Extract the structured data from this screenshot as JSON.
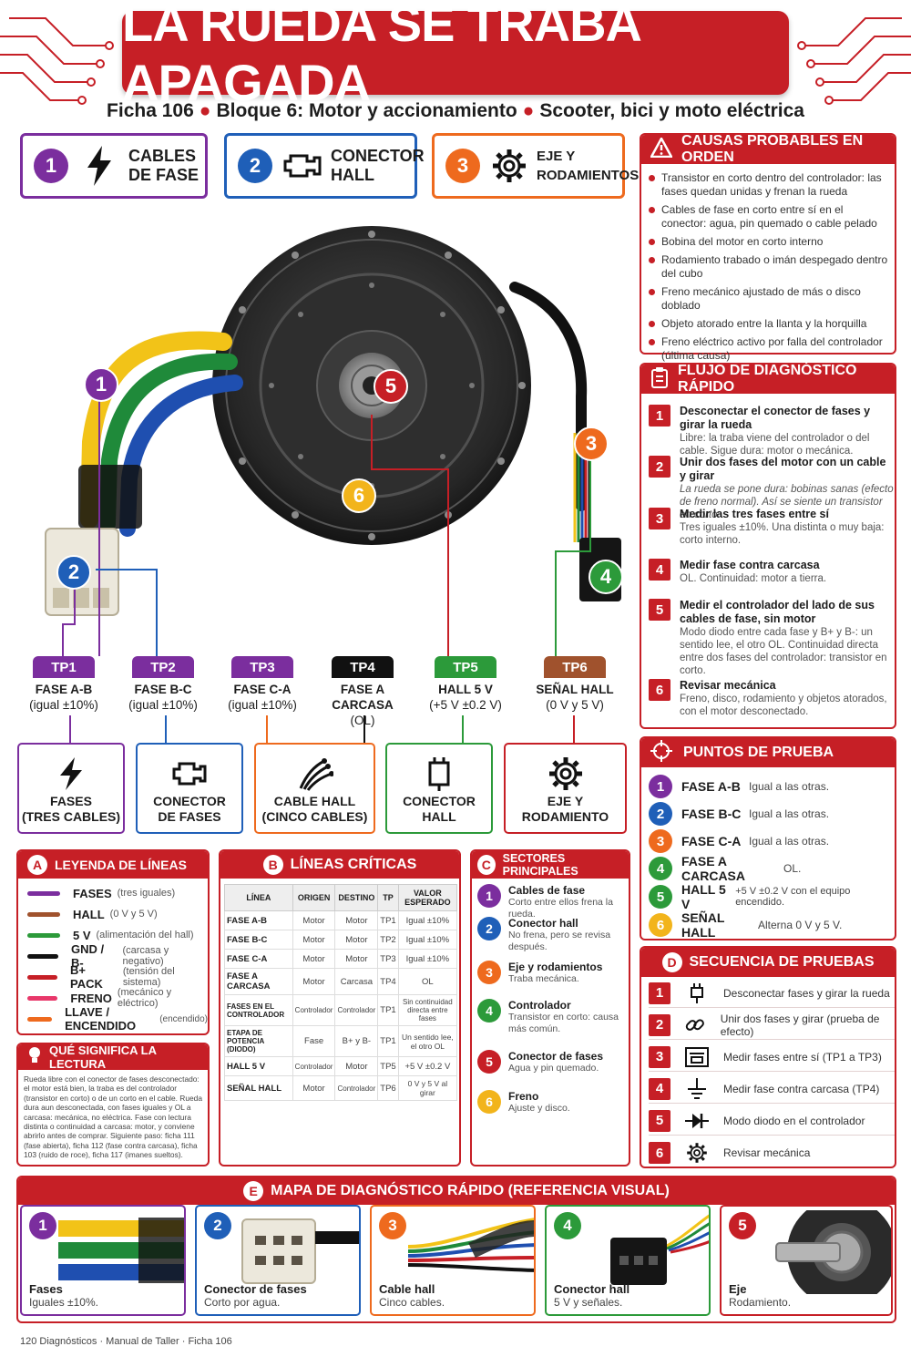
{
  "header": {
    "title": "LA RUEDA SE TRABA APAGADA",
    "sub1": "Ficha 106",
    "sub2": "Bloque 6: Motor y accionamiento",
    "sub3": "Scooter, bici y moto eléctrica"
  },
  "colors": {
    "red": "#c61f26",
    "purple": "#7b2e9e",
    "blue": "#1f5fb8",
    "orange": "#ee6a1e",
    "green": "#2c9a3a",
    "yellow": "#f2b41b",
    "black": "#111111",
    "brown": "#a0522d",
    "pink": "#e8386a"
  },
  "top_boxes": [
    {
      "num": "1",
      "line1": "CABLES",
      "line2": "DE FASE",
      "icon": "lightning-icon"
    },
    {
      "num": "2",
      "line1": "CONECTOR",
      "line2": "HALL",
      "icon": "connector-icon"
    },
    {
      "num": "3",
      "line1": "EJE Y",
      "line2": "RODAMIENTOS",
      "icon": "gear-icon"
    }
  ],
  "diagram_markers": [
    "1",
    "2",
    "3",
    "4",
    "5",
    "6"
  ],
  "causes": {
    "title": "CAUSAS PROBABLES EN ORDEN",
    "items": [
      "Transistor en corto dentro del controlador: las fases quedan unidas y frenan la rueda",
      "Cables de fase en corto entre sí en el conector: agua, pin quemado o cable pelado",
      "Bobina del motor en corto interno",
      "Rodamiento trabado o imán despegado dentro del cubo",
      "Freno mecánico ajustado de más o disco doblado",
      "Objeto atorado entre la llanta y la horquilla",
      "Freno eléctrico activo por falla del controlador (última causa)"
    ]
  },
  "flow": {
    "title": "FLUJO DE DIAGNÓSTICO RÁPIDO",
    "steps": [
      {
        "n": "1",
        "t": "Desconectar el conector de fases y girar la rueda",
        "d": "Libre: la traba viene del controlador o del cable. Sigue dura: motor o mecánica."
      },
      {
        "n": "2",
        "t": "Unir dos fases del motor con un cable y girar",
        "d": "La rueda se pone dura: bobinas sanas (efecto de freno normal). Así se siente un transistor en corto."
      },
      {
        "n": "3",
        "t": "Medir las tres fases entre sí",
        "d": "Tres iguales ±10%. Una distinta o muy baja: corto interno."
      },
      {
        "n": "4",
        "t": "Medir fase contra carcasa",
        "d": "OL. Continuidad: motor a tierra."
      },
      {
        "n": "5",
        "t": "Medir el controlador del lado de sus cables de fase, sin motor",
        "d": "Modo diodo entre cada fase y B+ y B-: un sentido lee, el otro OL. Continuidad directa entre dos fases del controlador: transistor en corto."
      },
      {
        "n": "6",
        "t": "Revisar mecánica",
        "d": "Freno, disco, rodamiento y objetos atorados, con el motor desconectado."
      }
    ]
  },
  "tps": [
    {
      "id": "TP1",
      "l1": "FASE A-B",
      "l2": "(igual ±10%)"
    },
    {
      "id": "TP2",
      "l1": "FASE B-C",
      "l2": "(igual ±10%)"
    },
    {
      "id": "TP3",
      "l1": "FASE C-A",
      "l2": "(igual ±10%)"
    },
    {
      "id": "TP4",
      "l1": "FASE A CARCASA",
      "l2": "(OL)"
    },
    {
      "id": "TP5",
      "l1": "HALL 5 V",
      "l2": "(+5 V ±0.2 V)"
    },
    {
      "id": "TP6",
      "l1": "SEÑAL HALL",
      "l2": "(0 V y 5 V)"
    }
  ],
  "mid_boxes": [
    {
      "l1": "FASES",
      "l2": "(TRES CABLES)",
      "icon": "lightning-icon"
    },
    {
      "l1": "CONECTOR",
      "l2": "DE FASES",
      "icon": "connector-icon"
    },
    {
      "l1": "CABLE HALL",
      "l2": "(CINCO CABLES)",
      "icon": "wires-icon"
    },
    {
      "l1": "CONECTOR",
      "l2": "HALL",
      "icon": "plug-icon"
    },
    {
      "l1": "EJE Y",
      "l2": "RODAMIENTO",
      "icon": "gear-icon"
    }
  ],
  "points": {
    "title": "PUNTOS DE PRUEBA",
    "rows": [
      {
        "n": "1",
        "name": "FASE A-B",
        "val": "Igual a las otras."
      },
      {
        "n": "2",
        "name": "FASE B-C",
        "val": "Igual a las otras."
      },
      {
        "n": "3",
        "name": "FASE C-A",
        "val": "Igual a las otras."
      },
      {
        "n": "4",
        "name": "FASE A CARCASA",
        "val": "OL."
      },
      {
        "n": "5",
        "name": "HALL 5 V",
        "val": "+5 V ±0.2 V con el equipo encendido."
      },
      {
        "n": "6",
        "name": "SEÑAL HALL",
        "val": "Alterna 0 V y 5 V."
      }
    ]
  },
  "sequence": {
    "letter": "D",
    "title": "SECUENCIA DE PRUEBAS",
    "rows": [
      {
        "n": "1",
        "t": "Desconectar fases y girar la rueda",
        "icon": "plug-icon"
      },
      {
        "n": "2",
        "t": "Unir dos fases y girar (prueba de efecto)",
        "icon": "link-icon"
      },
      {
        "n": "3",
        "t": "Medir fases entre sí (TP1 a TP3)",
        "icon": "meter-icon"
      },
      {
        "n": "4",
        "t": "Medir fase contra carcasa (TP4)",
        "icon": "ground-icon"
      },
      {
        "n": "5",
        "t": "Modo diodo en el controlador",
        "icon": "diode-icon"
      },
      {
        "n": "6",
        "t": "Revisar mecánica",
        "icon": "gear-icon"
      }
    ]
  },
  "legend": {
    "letter": "A",
    "title": "LEYENDA DE LÍNEAS",
    "rows": [
      {
        "name": "FASES",
        "desc": "(tres iguales)",
        "color": "#7b2e9e"
      },
      {
        "name": "HALL",
        "desc": "(0 V y 5 V)",
        "color": "#a0522d"
      },
      {
        "name": "5 V",
        "desc": "(alimentación del hall)",
        "color": "#2c9a3a"
      },
      {
        "name": "GND / B-",
        "desc": "(carcasa y negativo)",
        "color": "#111111"
      },
      {
        "name": "B+ PACK",
        "desc": "(tensión del sistema)",
        "color": "#c61f26"
      },
      {
        "name": "FRENO",
        "desc": "(mecánico y eléctrico)",
        "color": "#e8386a"
      },
      {
        "name": "LLAVE / ENCENDIDO",
        "desc": "(encendido)",
        "color": "#ee6a1e"
      }
    ]
  },
  "meaning": {
    "title": "QUÉ SIGNIFICA LA LECTURA",
    "text": "Rueda libre con el conector de fases desconectado: el motor está bien, la traba es del controlador (transistor en corto) o de un corto en el cable. Rueda dura aun desconectada, con fases iguales y OL a carcasa: mecánica, no eléctrica. Fase con lectura distinta o continuidad a carcasa: motor, y conviene abrirlo antes de comprar. Siguiente paso: ficha 111 (fase abierta), ficha 112 (fase contra carcasa), ficha 103 (ruido de roce), ficha 117 (imanes sueltos)."
  },
  "critical": {
    "letter": "B",
    "title": "LÍNEAS CRÍTICAS",
    "headers": [
      "LÍNEA",
      "ORIGEN",
      "DESTINO",
      "TP",
      "VALOR ESPERADO"
    ],
    "rows": [
      [
        "FASE A-B",
        "Motor",
        "Motor",
        "TP1",
        "Igual ±10%"
      ],
      [
        "FASE B-C",
        "Motor",
        "Motor",
        "TP2",
        "Igual ±10%"
      ],
      [
        "FASE C-A",
        "Motor",
        "Motor",
        "TP3",
        "Igual ±10%"
      ],
      [
        "FASE A CARCASA",
        "Motor",
        "Carcasa",
        "TP4",
        "OL"
      ],
      [
        "FASES EN EL CONTROLADOR",
        "Controlador",
        "Controlador",
        "TP1",
        "Sin continuidad directa entre fases"
      ],
      [
        "ETAPA DE POTENCIA (DIODO)",
        "Fase",
        "B+ y B-",
        "TP1",
        "Un sentido lee, el otro OL"
      ],
      [
        "HALL 5 V",
        "Controlador",
        "Motor",
        "TP5",
        "+5 V ±0.2 V"
      ],
      [
        "SEÑAL HALL",
        "Motor",
        "Controlador",
        "TP6",
        "0 V y 5 V al girar"
      ]
    ]
  },
  "sectors": {
    "letter": "C",
    "title": "SECTORES PRINCIPALES",
    "rows": [
      {
        "n": "1",
        "t": "Cables de fase",
        "d": "Corto entre ellos frena la rueda."
      },
      {
        "n": "2",
        "t": "Conector hall",
        "d": "No frena, pero se revisa después."
      },
      {
        "n": "3",
        "t": "Eje y rodamientos",
        "d": "Traba mecánica."
      },
      {
        "n": "4",
        "t": "Controlador",
        "d": "Transistor en corto: causa más común."
      },
      {
        "n": "5",
        "t": "Conector de fases",
        "d": "Agua y pin quemado."
      },
      {
        "n": "6",
        "t": "Freno",
        "d": "Ajuste y disco."
      }
    ]
  },
  "map": {
    "letter": "E",
    "title": "MAPA DE DIAGNÓSTICO RÁPIDO (REFERENCIA VISUAL)",
    "cards": [
      {
        "n": "1",
        "t": "Fases",
        "d": "Iguales ±10%."
      },
      {
        "n": "2",
        "t": "Conector de fases",
        "d": "Corto por agua."
      },
      {
        "n": "3",
        "t": "Cable hall",
        "d": "Cinco cables."
      },
      {
        "n": "4",
        "t": "Conector hall",
        "d": "5 V y señales."
      },
      {
        "n": "5",
        "t": "Eje",
        "d": "Rodamiento."
      }
    ]
  },
  "footer": "120 Diagnósticos · Manual de Taller · Ficha 106"
}
